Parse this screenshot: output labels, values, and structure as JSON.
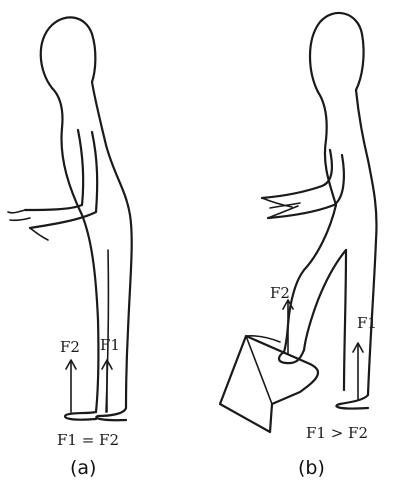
{
  "panels": [
    {
      "caption": "(a)",
      "force_labels": [
        "F2",
        "F1"
      ],
      "relation": "F1 = F2"
    },
    {
      "caption": "(b)",
      "force_labels": [
        "F2",
        "F1"
      ],
      "relation": "F1 > F2"
    }
  ]
}
